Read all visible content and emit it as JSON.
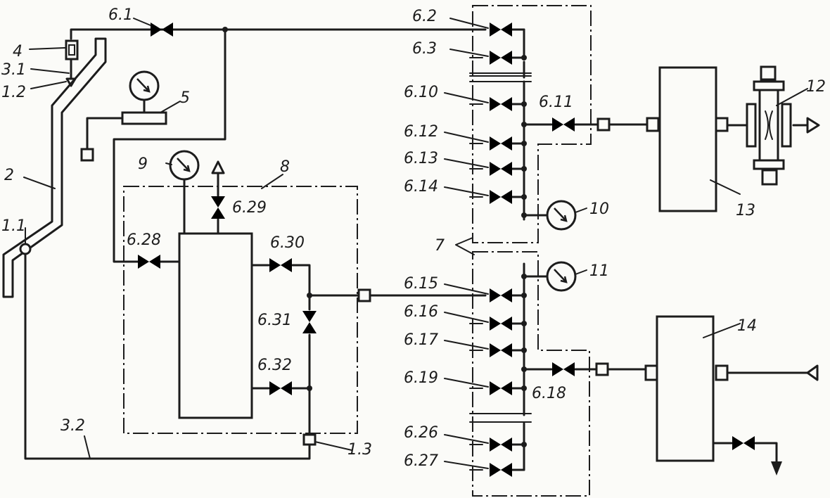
{
  "diagram": {
    "labels": {
      "l_1_1": "1.1",
      "l_1_2": "1.2",
      "l_1_3": "1.3",
      "l_2": "2",
      "l_3_1": "3.1",
      "l_3_2": "3.2",
      "l_4": "4",
      "l_5": "5",
      "l_6_1": "6.1",
      "l_6_2": "6.2",
      "l_6_3": "6.3",
      "l_6_10": "6.10",
      "l_6_11": "6.11",
      "l_6_12": "6.12",
      "l_6_13": "6.13",
      "l_6_14": "6.14",
      "l_6_15": "6.15",
      "l_6_16": "6.16",
      "l_6_17": "6.17",
      "l_6_18": "6.18",
      "l_6_19": "6.19",
      "l_6_26": "6.26",
      "l_6_27": "6.27",
      "l_6_28": "6.28",
      "l_6_29": "6.29",
      "l_6_30": "6.30",
      "l_6_31": "6.31",
      "l_6_32": "6.32",
      "l_7": "7",
      "l_8": "8",
      "l_9": "9",
      "l_10": "10",
      "l_11": "11",
      "l_12": "12",
      "l_13": "13",
      "l_14": "14"
    }
  }
}
